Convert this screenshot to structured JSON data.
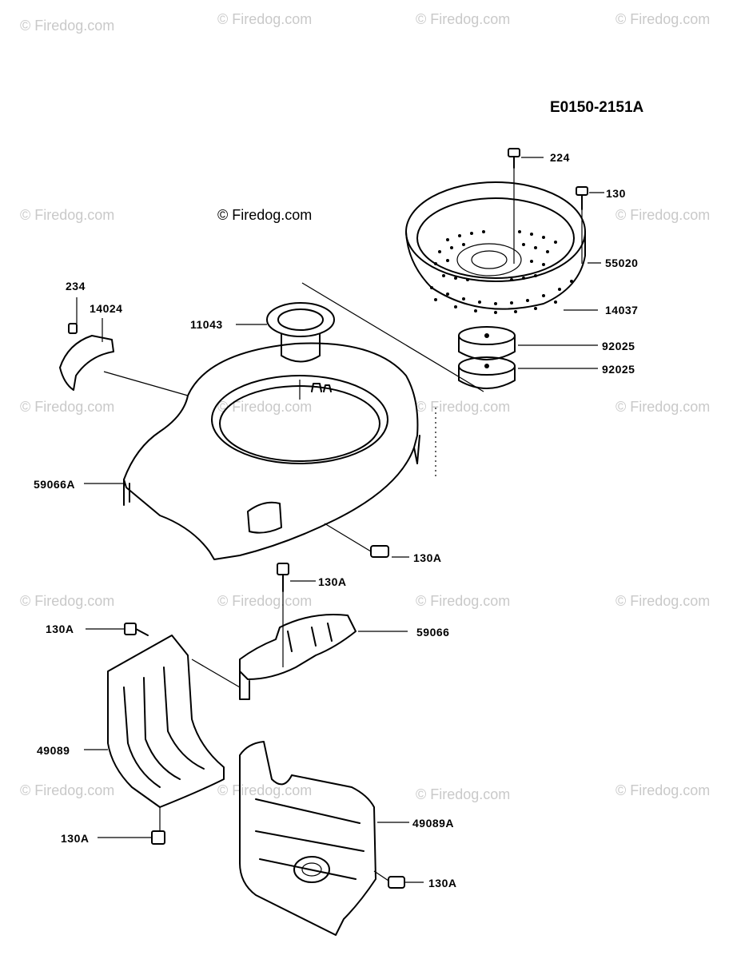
{
  "diagram": {
    "code": "E0150-2151A",
    "copyright": "© Firedog.com",
    "watermark": "© Firedog.com",
    "labels": {
      "l224_top": "224",
      "l130_top": "130",
      "l55020": "55020",
      "l14037": "14037",
      "l92025_a": "92025",
      "l92025_b": "92025",
      "l234": "234",
      "l14024": "14024",
      "l11043": "11043",
      "l59066A": "59066A",
      "l130A_cover": "130A",
      "l130A_bolt": "130A",
      "l59066": "59066",
      "l130A_left": "130A",
      "l49089": "49089",
      "l130A_bottom": "130A",
      "l49089A": "49089A",
      "l130A_right": "130A"
    }
  }
}
